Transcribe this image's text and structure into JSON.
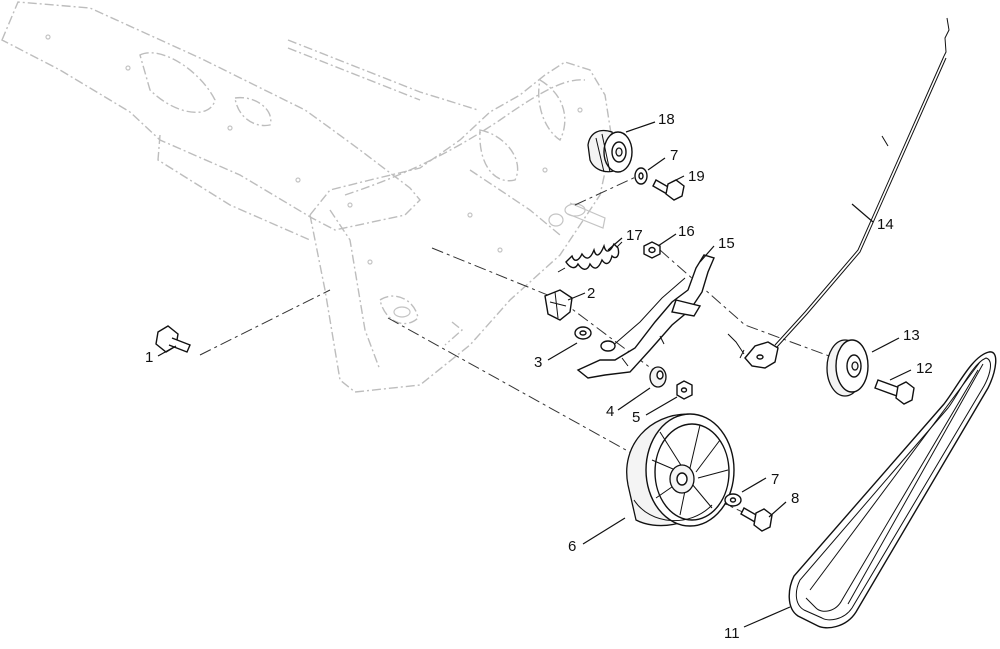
{
  "diagram": {
    "callouts": [
      {
        "id": "c1",
        "label": "1"
      },
      {
        "id": "c2",
        "label": "2"
      },
      {
        "id": "c3",
        "label": "3"
      },
      {
        "id": "c4",
        "label": "4"
      },
      {
        "id": "c5",
        "label": "5"
      },
      {
        "id": "c6",
        "label": "6"
      },
      {
        "id": "c7a",
        "label": "7"
      },
      {
        "id": "c7b",
        "label": "7"
      },
      {
        "id": "c8",
        "label": "8"
      },
      {
        "id": "c11",
        "label": "11"
      },
      {
        "id": "c12",
        "label": "12"
      },
      {
        "id": "c13",
        "label": "13"
      },
      {
        "id": "c14",
        "label": "14"
      },
      {
        "id": "c15",
        "label": "15"
      },
      {
        "id": "c16",
        "label": "16"
      },
      {
        "id": "c17",
        "label": "17"
      },
      {
        "id": "c18",
        "label": "18"
      },
      {
        "id": "c19",
        "label": "19"
      }
    ]
  }
}
